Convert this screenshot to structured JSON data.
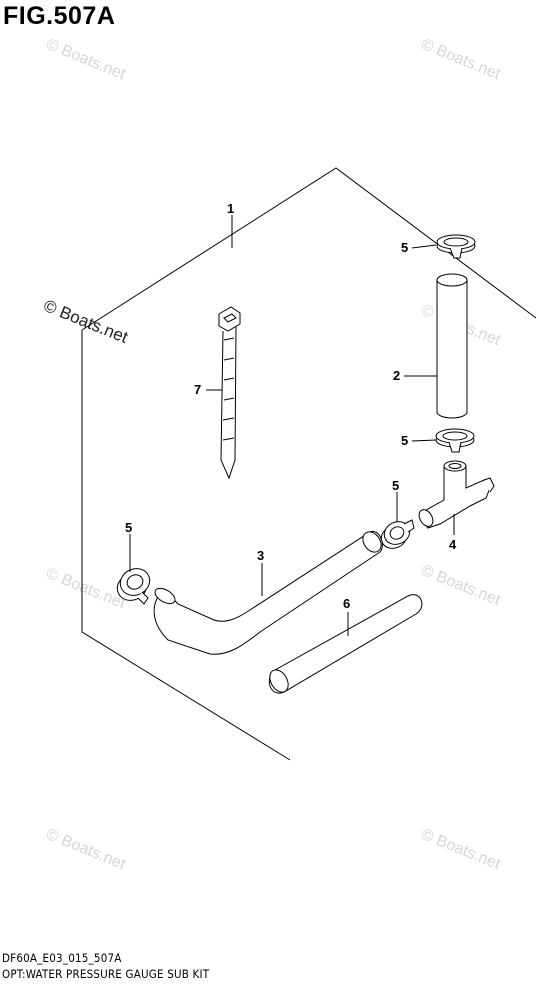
{
  "figure": {
    "title": "FIG.507A",
    "footer_code": "DF60A_E03_015_507A",
    "footer_description": "OPT:WATER PRESSURE GAUGE SUB KIT"
  },
  "watermark": {
    "text": "© Boats.net"
  },
  "callouts": [
    {
      "id": "1"
    },
    {
      "id": "2"
    },
    {
      "id": "3"
    },
    {
      "id": "4"
    },
    {
      "id": "5"
    },
    {
      "id": "6"
    },
    {
      "id": "7"
    }
  ]
}
